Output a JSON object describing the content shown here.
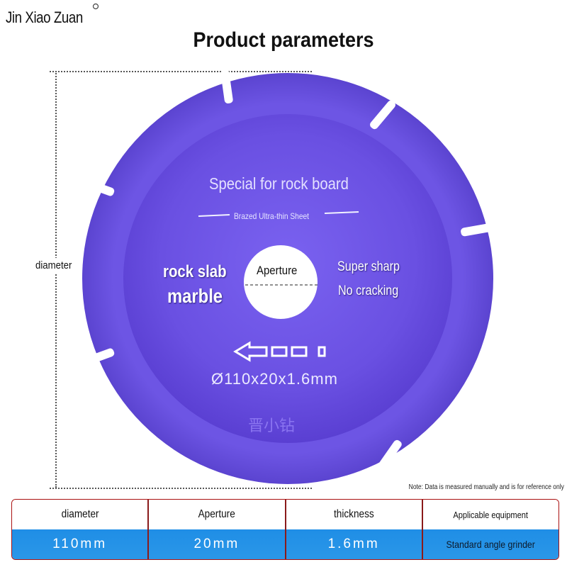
{
  "brand": "Jin Xiao Zuan",
  "page_title": "Product parameters",
  "dimension_label": "diameter",
  "blade": {
    "color": "#6a4fe0",
    "special_text": "Special for rock board",
    "brazed_text": "Brazed Ultra-thin Sheet",
    "left_text_1": "rock slab",
    "left_text_2": "marble",
    "center_text": "Aperture",
    "right_text_1": "Super sharp",
    "right_text_2": "No cracking",
    "size_text": "Ø110x20x1.6mm",
    "watermark": "晋小钻"
  },
  "note": "Note: Data is measured manually and is for reference only",
  "specs": [
    {
      "header": "diameter",
      "value": "110mm"
    },
    {
      "header": "Aperture",
      "value": "20mm"
    },
    {
      "header": "thickness",
      "value": "1.6mm"
    },
    {
      "header": "Applicable equipment",
      "value": "Standard angle grinder"
    }
  ],
  "colors": {
    "table_border": "#8a1a1a",
    "table_value_bg": "#1f8ee6"
  }
}
